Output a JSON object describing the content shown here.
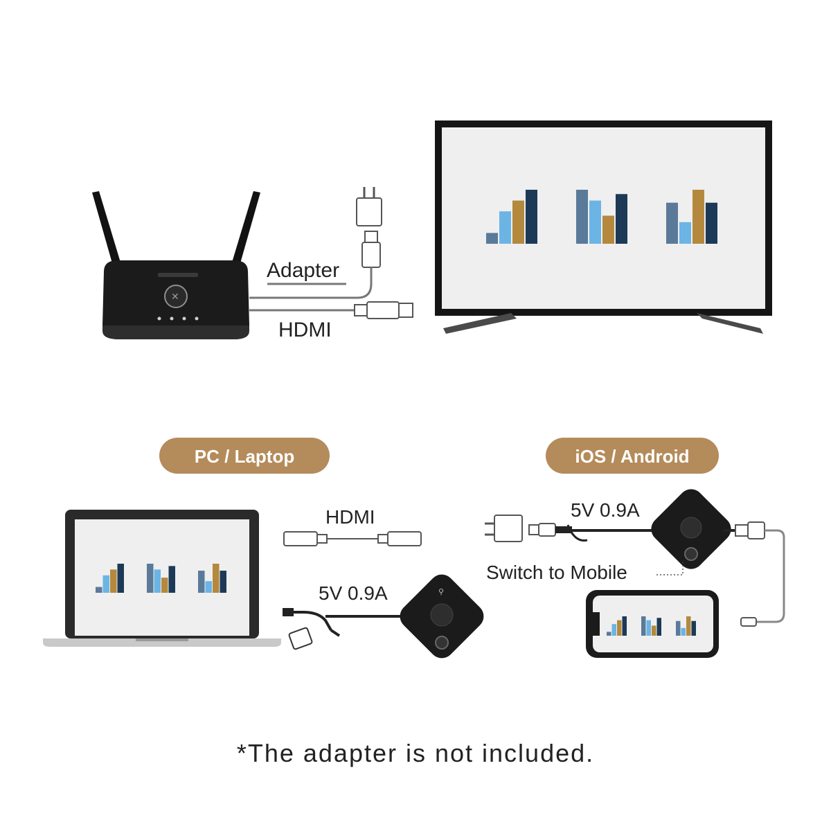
{
  "labels": {
    "adapter": "Adapter",
    "hdmi_top": "HDMI",
    "hdmi_pc": "HDMI",
    "power_pc": "5V 0.9A",
    "power_mobile": "5V 0.9A",
    "switch_to_mobile": "Switch to Mobile",
    "footnote": "*The adapter is not included."
  },
  "sections": {
    "pc": "PC / Laptop",
    "mobile": "iOS / Android"
  },
  "colors": {
    "pill": "#b48b5a",
    "bar_slate": "#5b7a99",
    "bar_sky": "#6cb4e4",
    "bar_gold": "#b4893e",
    "bar_navy": "#1c3a57",
    "device_black": "#1b1b1b"
  },
  "screen_charts": [
    [
      1,
      3,
      4,
      5
    ],
    [
      5,
      4,
      2.6,
      4.6
    ],
    [
      3.8,
      2,
      5,
      3.8
    ]
  ]
}
